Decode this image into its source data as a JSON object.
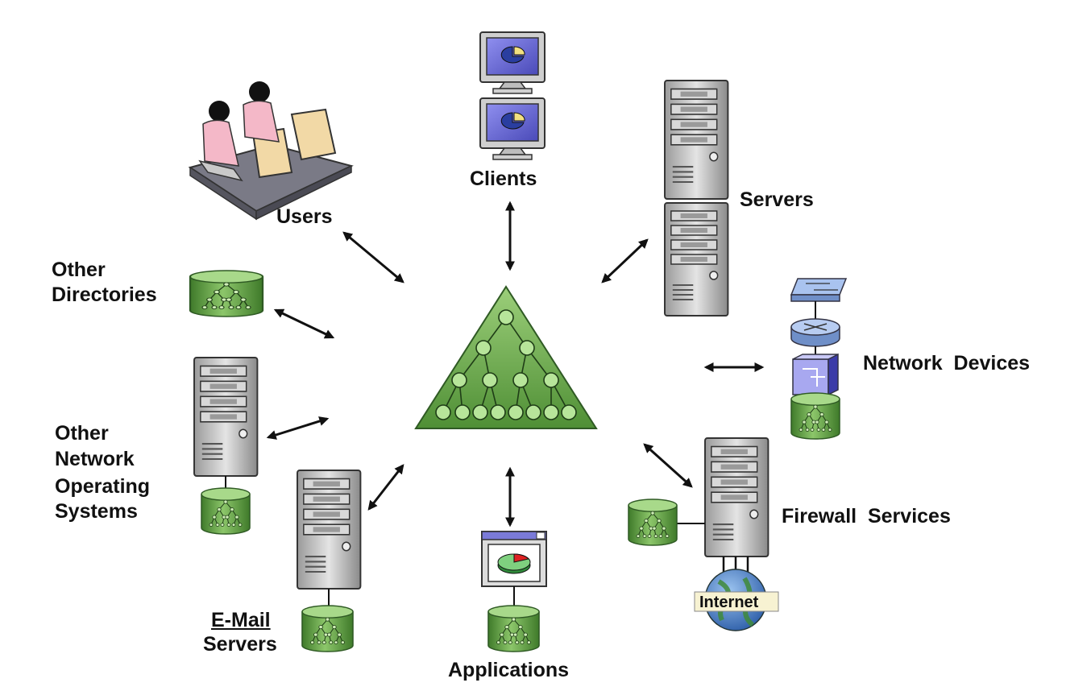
{
  "labels": {
    "clients": "Clients",
    "users": "Users",
    "servers": "Servers",
    "other_directories_1": "Other",
    "other_directories_2": "Directories",
    "network_devices": "Network  Devices",
    "other_nos_1": "Other",
    "other_nos_2": "Network",
    "other_nos_3": "Operating",
    "other_nos_4": "Systems",
    "firewall_services": "Firewall  Services",
    "internet": "Internet",
    "email_servers_1": "E-Mail",
    "email_servers_2": "Servers",
    "applications": "Applications"
  },
  "colors": {
    "directory_green": "#6aa84f",
    "green_dark": "#2f5a24",
    "server_gray": "#bfbfbf",
    "monitor_blue": "#6b6bd6",
    "globe_blue": "#4a7fc4",
    "arrow": "#111111",
    "person_shirt": "#f4b8c8",
    "crt_beige": "#f2d9a6"
  },
  "icons": [
    "directory-tree-icon",
    "client-monitor-icon",
    "users-icon",
    "server-tower-icon",
    "database-cylinder-icon",
    "switch-icon",
    "router-icon",
    "firewall-icon",
    "application-window-icon",
    "internet-globe-icon",
    "bidirectional-arrow-icon"
  ]
}
